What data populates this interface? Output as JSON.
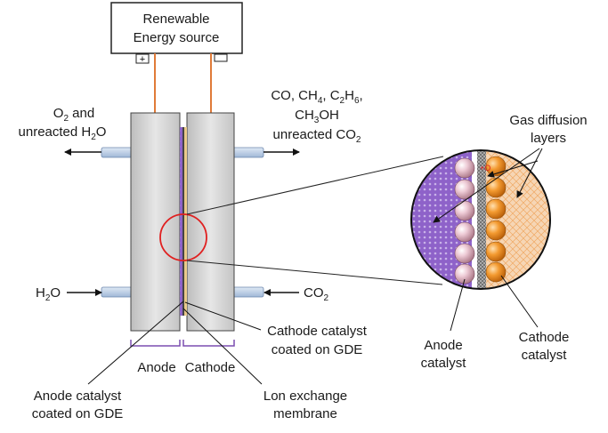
{
  "power_source": {
    "label_line1": "Renewable",
    "label_line2": "Energy source",
    "plus_terminal": "+",
    "minus_terminal": "-"
  },
  "outlets": {
    "anode_out": {
      "line1_pre": "O",
      "line1_sub": "2",
      "line1_post": " and",
      "line2_pre": "unreacted H",
      "line2_sub": "2",
      "line2_post": "O"
    },
    "cathode_out": {
      "line1": "CO, CH",
      "line1_sub1": "4",
      "line1_mid": ", C",
      "line1_sub2": "2",
      "line1_mid2": "H",
      "line1_sub3": "6",
      "line1_end": ",",
      "line2_pre": "CH",
      "line2_sub": "3",
      "line2_post": "OH",
      "line3_pre": "unreacted CO",
      "line3_sub": "2"
    }
  },
  "inlets": {
    "anode_in_pre": "H",
    "anode_in_sub": "2",
    "anode_in_post": "O",
    "cathode_in_pre": "CO",
    "cathode_in_sub": "2"
  },
  "labels": {
    "anode": "Anode",
    "cathode": "Cathode",
    "cathode_catalyst_gde_line1": "Cathode catalyst",
    "cathode_catalyst_gde_line2": "coated on GDE",
    "anode_catalyst_gde_line1": "Anode catalyst",
    "anode_catalyst_gde_line2": "coated on GDE",
    "membrane_line1": "Lon exchange",
    "membrane_line2": "membrane"
  },
  "zoom_view": {
    "gas_diffusion_line1": "Gas diffusion",
    "gas_diffusion_line2": "layers",
    "anode_catalyst_line1": "Anode",
    "anode_catalyst_line2": "catalyst",
    "cathode_catalyst_line1": "Cathode",
    "cathode_catalyst_line2": "catalyst",
    "mark_text": "+O"
  },
  "colors": {
    "wire": "#e07b39",
    "cell_body": "#d3d3d3",
    "anode_gdl": "#8a5cc4",
    "cathode_gdl": "#f3c9a0",
    "anode_particle": "#e8b8c8",
    "cathode_particle": "#ef8a24",
    "membrane": "#555555",
    "highlight_circle": "#e02020",
    "pipe": "#b9cde6",
    "brace": "#7b4fb0"
  }
}
